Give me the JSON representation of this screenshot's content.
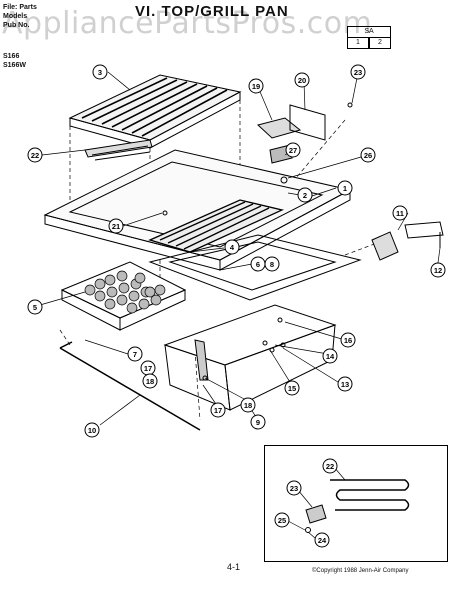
{
  "header": {
    "file_label": "File: Parts",
    "model_label": "Models",
    "doc_label": "Pub No.",
    "title": "VI. TOP/GRILL PAN",
    "models": [
      "S166",
      "S166W"
    ],
    "box_top": "SA",
    "box_nums": [
      "1",
      "2"
    ]
  },
  "watermark": "AppliancePartsPros.com",
  "callouts": [
    "1",
    "2",
    "3",
    "4",
    "5",
    "6",
    "7",
    "8",
    "9",
    "10",
    "11",
    "12",
    "13",
    "14",
    "15",
    "16",
    "17",
    "17",
    "18",
    "18",
    "19",
    "20",
    "21",
    "22",
    "23",
    "26",
    "27"
  ],
  "inset_callouts": [
    "22",
    "23",
    "24",
    "25"
  ],
  "footer": {
    "page": "4-1",
    "copyright": "©Copyright 1988 Jenn-Air Company"
  }
}
